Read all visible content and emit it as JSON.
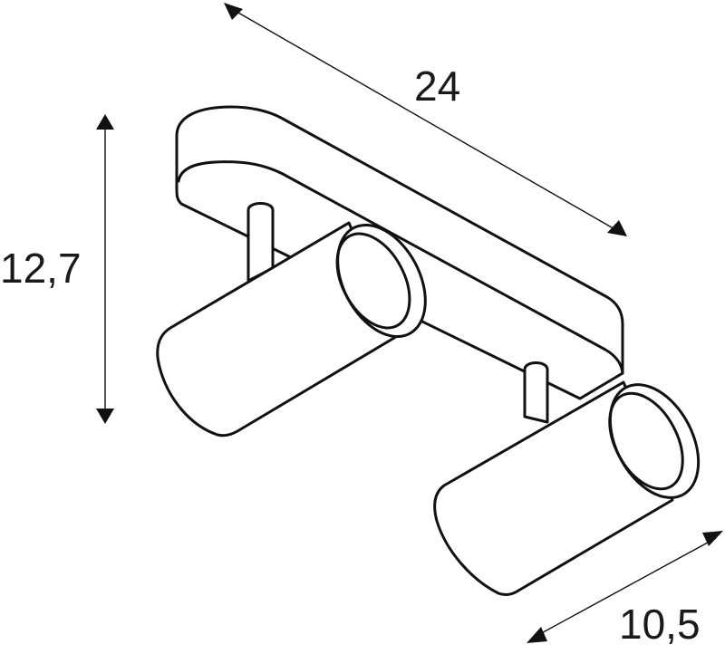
{
  "diagram": {
    "type": "product-dimension-drawing",
    "subject": "twin spotlight ceiling fixture",
    "line_color": "#111111",
    "background": "#ffffff",
    "dimensions": {
      "length": {
        "value": "24",
        "orientation": "diagonal-top"
      },
      "height": {
        "value": "12,7",
        "orientation": "vertical-left"
      },
      "depth": {
        "value": "10,5",
        "orientation": "diagonal-bottom-right"
      }
    },
    "components": [
      {
        "name": "base-plate",
        "shape": "rounded rectangular bar"
      },
      {
        "name": "spotlight-left",
        "shape": "cylinder with stem"
      },
      {
        "name": "spotlight-right",
        "shape": "cylinder with stem"
      }
    ]
  }
}
